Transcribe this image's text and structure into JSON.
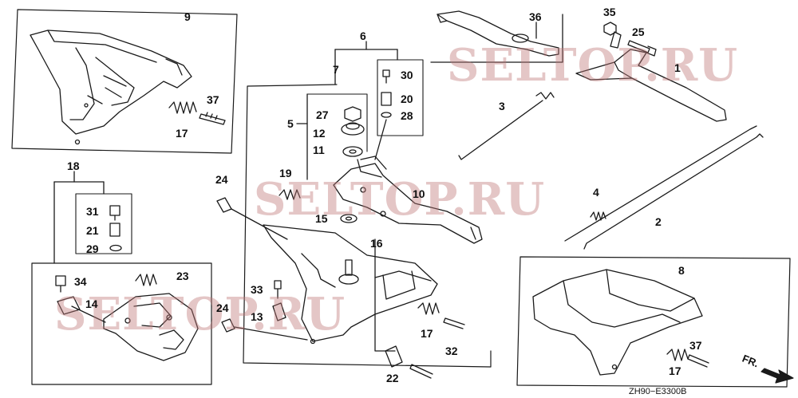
{
  "diagram": {
    "callouts": {
      "c1": "1",
      "c2": "2",
      "c3": "3",
      "c4": "4",
      "c5": "5",
      "c6": "6",
      "c7": "7",
      "c8": "8",
      "c9": "9",
      "c10": "10",
      "c11": "11",
      "c12": "12",
      "c13": "13",
      "c14": "14",
      "c15": "15",
      "c16": "16",
      "c17a": "17",
      "c17b": "17",
      "c17c": "17",
      "c18": "18",
      "c19": "19",
      "c20": "20",
      "c21": "21",
      "c22": "22",
      "c23": "23",
      "c24a": "24",
      "c24b": "24",
      "c25": "25",
      "c27": "27",
      "c28": "28",
      "c29": "29",
      "c30": "30",
      "c31": "31",
      "c32": "32",
      "c33": "33",
      "c34": "34",
      "c35": "35",
      "c36": "36",
      "c37a": "37",
      "c37b": "37"
    },
    "watermarks": {
      "w1": "SELTOP.RU",
      "w2": "SELTOP.RU",
      "w3": "SELTOP.RU"
    },
    "drawing_code": "ZH90−E3300B",
    "front_label": "FR."
  },
  "colors": {
    "line": "#1a1a1a",
    "watermark": "#c07878"
  }
}
